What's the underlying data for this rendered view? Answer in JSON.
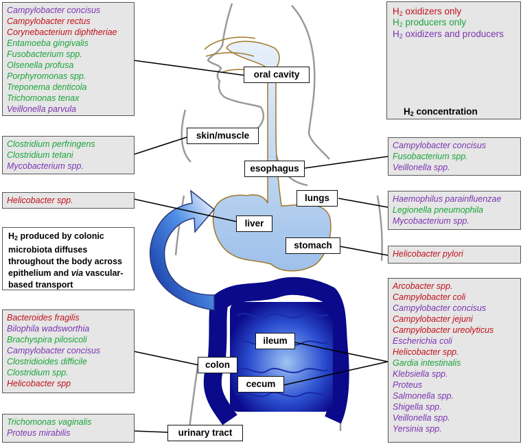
{
  "colors": {
    "oxidizer": "#c0101a",
    "producer": "#1aa43a",
    "both": "#7a33b0",
    "box_bg": "#e6e6e6",
    "gut_dark": "#0a0a8a",
    "gut_light": "#c8dcf4"
  },
  "legend": {
    "oxidizers": "H₂ oxidizers only",
    "producers": "H₂ producers only",
    "both": "H₂ oxidizers and producers",
    "concentration_prefix": "H",
    "concentration_sub": "2",
    "concentration_rest": " concentration"
  },
  "labels": {
    "oral_cavity": "oral cavity",
    "skin_muscle": "skin/muscle",
    "esophagus": "esophagus",
    "lungs": "lungs",
    "liver": "liver",
    "stomach": "stomach",
    "ileum": "ileum",
    "colon": "colon",
    "cecum": "cecum",
    "urinary_tract": "urinary tract"
  },
  "note": {
    "prefix": "H",
    "sub": "2",
    "part1": " produced by colonic microbiota diffuses throughout the body across epithelium and ",
    "via": "via",
    "part2": " vascular-based transport"
  },
  "boxes": {
    "oral": [
      {
        "name": "Campylobacter concisus",
        "type": "both"
      },
      {
        "name": "Campylobacter rectus",
        "type": "oxidizer"
      },
      {
        "name": "Corynebacterium diphtheriae",
        "type": "oxidizer"
      },
      {
        "name": "Entamoeba gingivalis",
        "type": "producer"
      },
      {
        "name": "Fusobacterium spp.",
        "type": "producer"
      },
      {
        "name": "Olsenella profusa",
        "type": "producer"
      },
      {
        "name": "Porphyromonas spp.",
        "type": "producer"
      },
      {
        "name": "Treponema denticola",
        "type": "producer"
      },
      {
        "name": "Trichomonas tenax",
        "type": "producer"
      },
      {
        "name": "Veillonella parvula",
        "type": "both"
      }
    ],
    "skin": [
      {
        "name": "Clostridium perfringens",
        "type": "producer"
      },
      {
        "name": "Clostridium tetani",
        "type": "producer"
      },
      {
        "name": "Mycobacterium spp.",
        "type": "both"
      }
    ],
    "liver": [
      {
        "name": "Helicobacter spp.",
        "type": "oxidizer"
      }
    ],
    "colon": [
      {
        "name": "Bacteroides fragilis",
        "type": "oxidizer"
      },
      {
        "name": "Bilophila wadsworthia",
        "type": "both"
      },
      {
        "name": "Brachyspira pilosicoli",
        "type": "producer"
      },
      {
        "name": "Campylobacter concisus",
        "type": "both"
      },
      {
        "name": "Clostridioides difficile",
        "type": "producer"
      },
      {
        "name": "Clostridium spp.",
        "type": "producer"
      },
      {
        "name": "Helicobacter spp",
        "type": "oxidizer"
      }
    ],
    "urinary": [
      {
        "name": "Trichomonas vaginalis",
        "type": "producer"
      },
      {
        "name": "Proteus mirabilis",
        "type": "both"
      }
    ],
    "esophagus": [
      {
        "name": "Campylobacter concisus",
        "type": "both"
      },
      {
        "name": "Fusobacterium spp.",
        "type": "producer"
      },
      {
        "name": "Veillonella spp.",
        "type": "both"
      }
    ],
    "lungs": [
      {
        "name": "Haemophilus parainfluenzae",
        "type": "both"
      },
      {
        "name": "Legionella pneumophila",
        "type": "producer"
      },
      {
        "name": "Mycobacterium spp.",
        "type": "both"
      }
    ],
    "stomach": [
      {
        "name": "Helicobacter pylori",
        "type": "oxidizer"
      }
    ],
    "intestine": [
      {
        "name": "Arcobacter spp.",
        "type": "oxidizer"
      },
      {
        "name": "Campylobacter coli",
        "type": "oxidizer"
      },
      {
        "name": "Campylobacter concisus",
        "type": "both"
      },
      {
        "name": "Campylobacter jejuni",
        "type": "oxidizer"
      },
      {
        "name": "Campylobacter ureolyticus",
        "type": "oxidizer"
      },
      {
        "name": "Escherichia coli",
        "type": "both"
      },
      {
        "name": "Helicobacter spp.",
        "type": "oxidizer"
      },
      {
        "name": "Gardia intestinalis",
        "type": "producer"
      },
      {
        "name": "Klebsiella spp.",
        "type": "both"
      },
      {
        "name": "Proteus",
        "type": "both"
      },
      {
        "name": "Salmonella spp.",
        "type": "both"
      },
      {
        "name": "Shigella spp.",
        "type": "both"
      },
      {
        "name": "Veillonella spp.",
        "type": "both"
      },
      {
        "name": "Yersinia spp.",
        "type": "both"
      }
    ]
  }
}
